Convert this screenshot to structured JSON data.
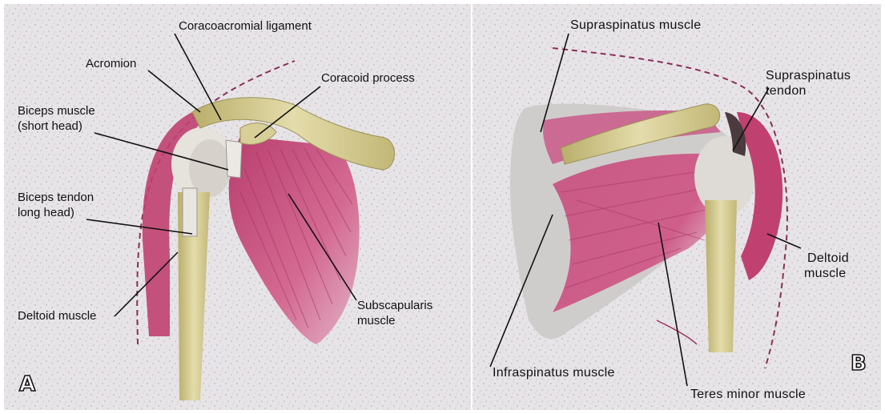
{
  "panel_a": {
    "letter": "A",
    "labels": {
      "coracoacromial_ligament": "Coracoacromial ligament",
      "acromion": "Acromion",
      "coracoid_process": "Coracoid process",
      "biceps_short_1": "Biceps muscle",
      "biceps_short_2": "(short head)",
      "biceps_tendon_1": "Biceps tendon",
      "biceps_tendon_2": "long head)",
      "deltoid": "Deltoid muscle",
      "subscapularis_1": "Subscapularis",
      "subscapularis_2": "muscle"
    }
  },
  "panel_b": {
    "letter": "B",
    "labels": {
      "supraspinatus_muscle": "Supraspinatus muscle",
      "supraspinatus_tendon_1": "Supraspinatus",
      "supraspinatus_tendon_2": "tendon",
      "deltoid_1": "Deltoid",
      "deltoid_2": "muscle",
      "infraspinatus": "Infraspinatus muscle",
      "teres_minor": "Teres minor muscle"
    }
  },
  "colors": {
    "paper": "#e6e3e6",
    "muscle": "#c44a78",
    "bone": "#dcd3a0",
    "bone_shade": "#b7ad6e",
    "leader": "#111111"
  }
}
